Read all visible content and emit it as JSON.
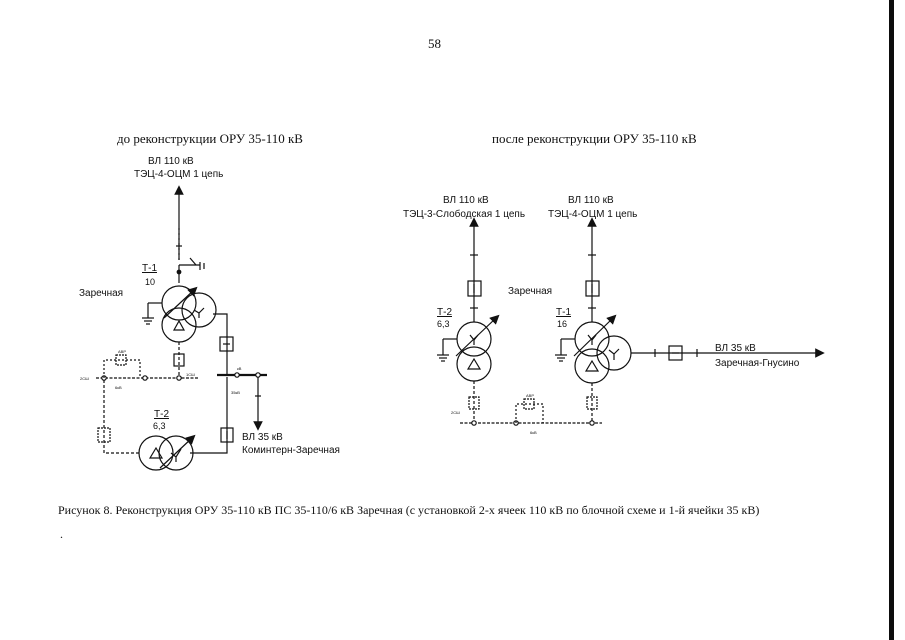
{
  "page_number": "58",
  "left_heading": "до реконструкции ОРУ 35-110 кВ",
  "right_heading": "после реконструкции ОРУ 35-110 кВ",
  "caption": "Рисунок 8. Реконструкция ОРУ 35-110 кВ ПС 35-110/6 кВ Заречная (с установкой 2-х ячеек 110 кВ по блочной схеме и 1-й ячейки 35 кВ)",
  "caption_dot": ".",
  "left_scheme": {
    "line_label_1": "ВЛ 110 кВ",
    "line_label_2": "ТЭЦ-4-ОЦМ 1 цепь",
    "substation_label": "Заречная",
    "t1_name": "Т-1",
    "t1_rating": "10",
    "t2_name": "Т-2",
    "t2_rating": "6,3",
    "out_label_1": "ВЛ 35 кВ",
    "out_label_2": "Коминтерн-Заречная",
    "small_avr": "АВР",
    "small_2sh": "2СШ",
    "small_1sh": "1СШ",
    "small_6v": "6кВ",
    "small_kv": "кВ",
    "small_35": "35кВ"
  },
  "right_scheme": {
    "line_a_1": "ВЛ 110 кВ",
    "line_a_2": "ТЭЦ-3-Слободская 1 цепь",
    "line_b_1": "ВЛ 110 кВ",
    "line_b_2": "ТЭЦ-4-ОЦМ 1 цепь",
    "substation_label": "Заречная",
    "t2_name": "Т-2",
    "t2_rating": "6,3",
    "t1_name": "Т-1",
    "t1_rating": "16",
    "out_label_1": "ВЛ 35 кВ",
    "out_label_2": "Заречная-Гнусино",
    "small_avr": "АВР",
    "small_2sh": "2СШ",
    "small_6v": "6кВ"
  }
}
